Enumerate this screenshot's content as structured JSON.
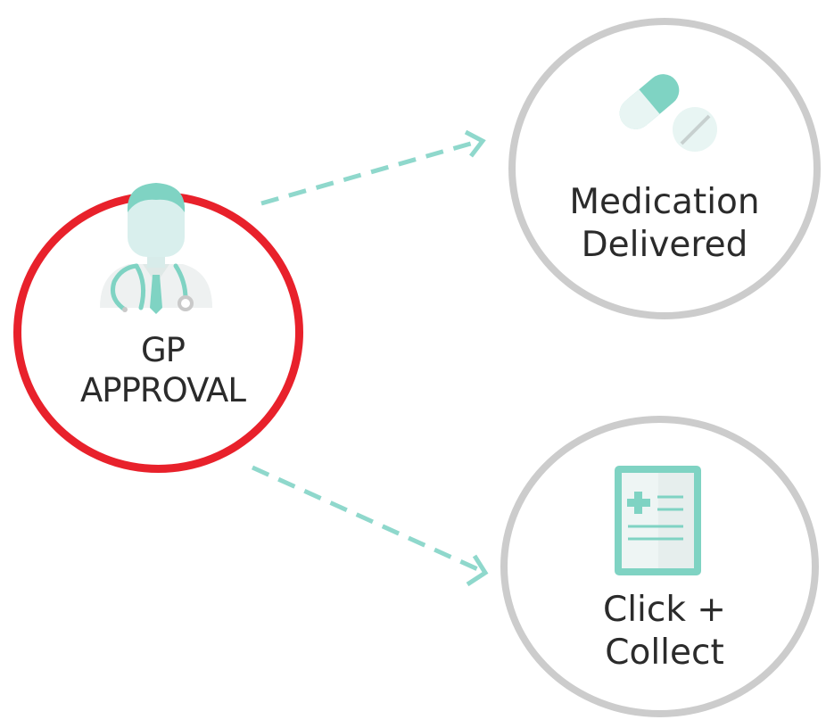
{
  "diagram": {
    "source": {
      "label_line1": "GP",
      "label_line2": "APPROVAL",
      "icon": "doctor-icon",
      "border_color": "#e8212b"
    },
    "targets": [
      {
        "label_line1": "Medication",
        "label_line2": "Delivered",
        "icon": "pills-icon",
        "border_color": "#cccccc"
      },
      {
        "label_line1": "Click +",
        "label_line2": "Collect",
        "icon": "prescription-icon",
        "border_color": "#cccccc"
      }
    ],
    "arrow_color": "#8fd8cc",
    "accent_color": "#7fd3c3"
  }
}
